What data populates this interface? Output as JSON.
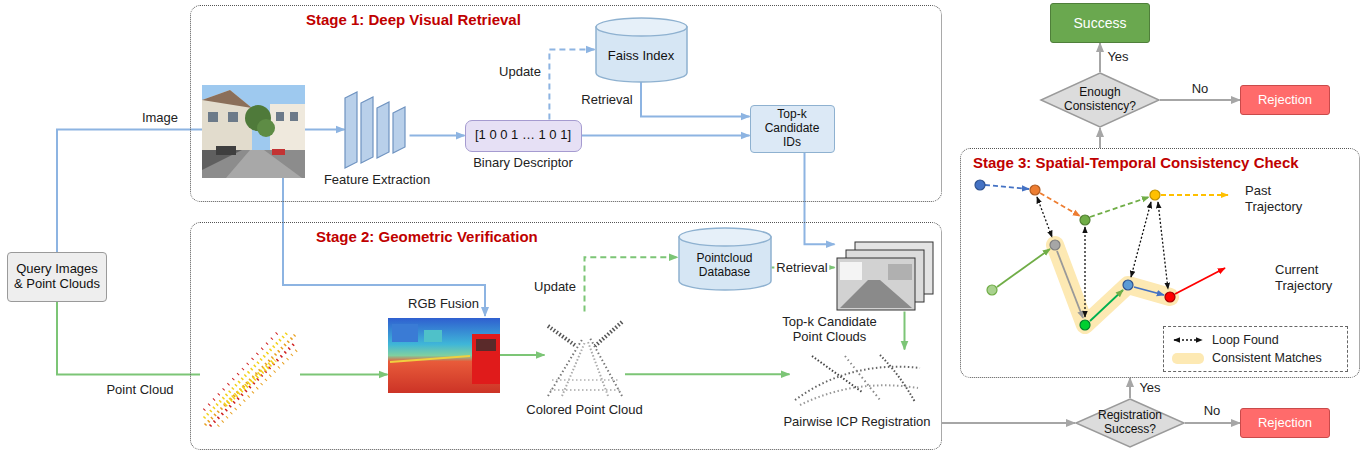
{
  "diagram": {
    "nodes": [
      {
        "text": [
          "Query Images & Point Clouds"
        ]
      },
      {
        "text": [
          "Stage 1: Deep Visual Retrieval"
        ]
      },
      {
        "text": [
          "Feature Extraction"
        ],
        "in": 1
      },
      {
        "text": [
          "[1 0 0 1 … 1 0 1]",
          "Binary Descriptor"
        ],
        "in": 1
      },
      {
        "text": [
          "Faiss Index"
        ],
        "in": 1
      },
      {
        "text": [
          "Top-k Candidate IDs"
        ],
        "in": 1
      },
      {
        "text": [
          "Stage 2: Geometric Verification"
        ]
      },
      {
        "text": [
          "RGB Fusion"
        ],
        "in": 6
      },
      {
        "text": [
          "Colored Point Cloud"
        ],
        "in": 6
      },
      {
        "text": [
          "Pointcloud Database"
        ],
        "in": 6
      },
      {
        "text": [
          "Top-k Candidate Point Clouds"
        ],
        "in": 6
      },
      {
        "text": [
          "Pairwise ICP Registration"
        ],
        "in": 6
      },
      {
        "text": [
          "Registration Success?"
        ]
      },
      {
        "text": [
          "Rejection"
        ]
      },
      {
        "text": [
          "Stage 3: Spatial-Temporal Consistency Check"
        ]
      },
      {
        "text": [
          "Enough Consistency?"
        ]
      },
      {
        "text": [
          "Success"
        ]
      },
      {
        "text": [
          "Rejection"
        ]
      }
    ],
    "edges": [
      {
        "from": 0,
        "to": 2,
        "label": "Image",
        "arrow": "to"
      },
      {
        "from": 0,
        "to": 7,
        "label": "Point Cloud",
        "arrow": "to"
      },
      {
        "from": 2,
        "to": 3,
        "arrow": "to"
      },
      {
        "from": 3,
        "to": 4,
        "label": "Update",
        "arrow": "to"
      },
      {
        "from": 4,
        "to": 5,
        "label": "Retrieval",
        "arrow": "to"
      },
      {
        "from": 3,
        "to": 5,
        "arrow": "to"
      },
      {
        "from": 7,
        "to": 8,
        "arrow": "to"
      },
      {
        "from": 8,
        "to": 9,
        "label": "Update",
        "arrow": "to"
      },
      {
        "from": 9,
        "to": 10,
        "label": "Retrieval",
        "arrow": "to"
      },
      {
        "from": 5,
        "to": 10,
        "arrow": "to"
      },
      {
        "from": 8,
        "to": 11,
        "arrow": "to"
      },
      {
        "from": 10,
        "to": 11,
        "arrow": "to"
      },
      {
        "from": 6,
        "to": 12,
        "arrow": "to"
      },
      {
        "from": 12,
        "to": 13,
        "label": "No",
        "arrow": "to"
      },
      {
        "from": 12,
        "to": 14,
        "label": "Yes",
        "arrow": "to"
      },
      {
        "from": 14,
        "to": 15,
        "arrow": "to"
      },
      {
        "from": 15,
        "to": 16,
        "label": "Yes",
        "arrow": "to"
      },
      {
        "from": 15,
        "to": 17,
        "label": "No",
        "arrow": "to"
      }
    ],
    "labels": [
      "Past Trajectory",
      "Current Trajectory"
    ],
    "legend": [
      {
        "text": "Loop Found"
      },
      {
        "text": "Consistent Matches",
        "color": "#fde9b3"
      }
    ]
  }
}
